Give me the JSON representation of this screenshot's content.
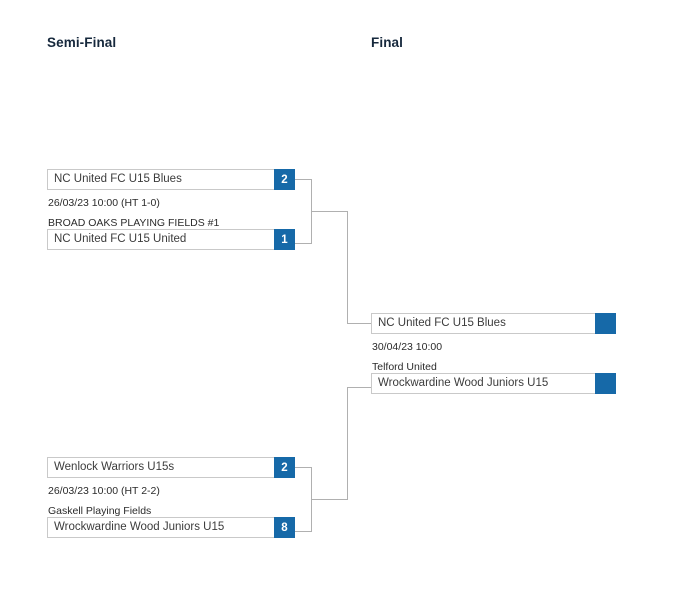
{
  "rounds": [
    {
      "id": "semi-final",
      "label": "Semi-Final"
    },
    {
      "id": "final",
      "label": "Final"
    }
  ],
  "colors": {
    "score_blue": "#1669a8",
    "heading_navy": "#16283c",
    "box_border": "#c9c9c9",
    "connector": "#b0b0b0",
    "team_text": "#3c3c3c"
  },
  "matches": {
    "semi_1": {
      "date": "26/03/23 10:00 (HT 1-0)",
      "venue": "BROAD OAKS PLAYING FIELDS #1",
      "home": {
        "team": "NC United FC U15 Blues",
        "score": "2"
      },
      "away": {
        "team": "NC United FC U15 United",
        "score": "1"
      }
    },
    "semi_2": {
      "date": "26/03/23 10:00 (HT 2-2)",
      "venue": "Gaskell Playing Fields",
      "home": {
        "team": "Wenlock Warriors U15s",
        "score": "2"
      },
      "away": {
        "team": "Wrockwardine Wood Juniors U15",
        "score": "8"
      }
    },
    "final": {
      "date": "30/04/23 10:00",
      "venue": "Telford United",
      "home": {
        "team": "NC United FC U15 Blues",
        "score": ""
      },
      "away": {
        "team": "Wrockwardine Wood Juniors U15",
        "score": ""
      }
    }
  }
}
